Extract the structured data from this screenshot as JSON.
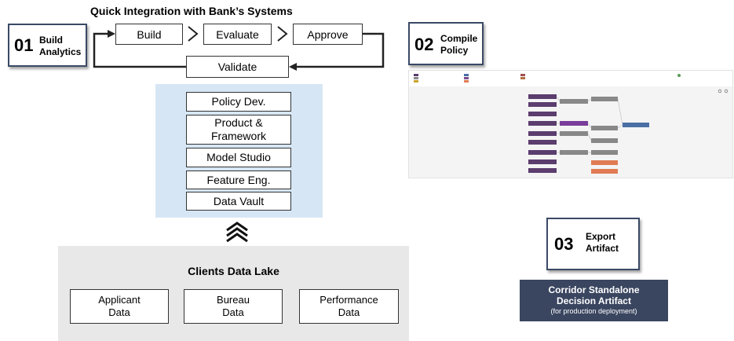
{
  "header": {
    "title": "Quick Integration with Bank’s  Systems"
  },
  "steps": [
    {
      "number": "01",
      "label_line1": "Build",
      "label_line2": "Analytics"
    },
    {
      "number": "02",
      "label_line1": "Compile",
      "label_line2": "Policy"
    },
    {
      "number": "03",
      "label_line1": "Export",
      "label_line2": "Artifact"
    }
  ],
  "flow": {
    "build": "Build",
    "evaluate": "Evaluate",
    "approve": "Approve",
    "validate": "Validate"
  },
  "stack": [
    "Policy Dev.",
    "Product &\nFramework",
    "Model  Studio",
    "Feature Eng.",
    "Data Vault"
  ],
  "lake": {
    "title": "Clients Data Lake",
    "boxes": [
      "Applicant\nData",
      "Bureau\nData",
      "Performance\nData"
    ]
  },
  "artifact": {
    "line1": "Corridor  Standalone",
    "line2": "Decision Artifact",
    "line3": "(for production deployment)"
  },
  "colors": {
    "dark_box": "#3a4660",
    "blue_panel": "#d6e6f5",
    "lake_bg": "#e8e8e8",
    "purple_node": "#5b3d6e",
    "gray_node": "#8a8a8a"
  }
}
